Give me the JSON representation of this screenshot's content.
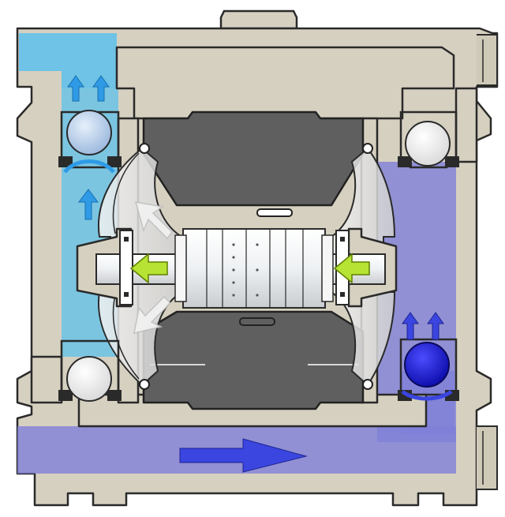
{
  "diagram": {
    "kind": "air-operated double diaphragm pump cross-section",
    "colors": {
      "housing": "#d6d0c0",
      "housing_stroke": "#2a2a2a",
      "suction_fluid": "#5cc1ec",
      "discharge_fluid": "#7f7fd8",
      "air_chamber": "#5f5f5f",
      "air_chamber_light": "#7a7a7a",
      "ball_white": "#f4f4f4",
      "ball_light_blue": "#b9d2ee",
      "ball_dark_blue": "#1414d8",
      "air_arrow": "#b7e334",
      "flow_arrow_blue": "#2f9be6",
      "flow_arrow_purple": "#3b45e0"
    },
    "components": {
      "left_diaphragm": "flexed",
      "right_diaphragm": "flexed",
      "center_shaft_direction": "left",
      "left_upper_ball": "lifted",
      "left_lower_ball": "seated",
      "right_upper_ball": "seated",
      "right_lower_ball": "lifted"
    },
    "flow": {
      "suction_side": "left",
      "discharge_side": "right",
      "inlet_direction": "right",
      "outlet_direction": "up"
    }
  }
}
